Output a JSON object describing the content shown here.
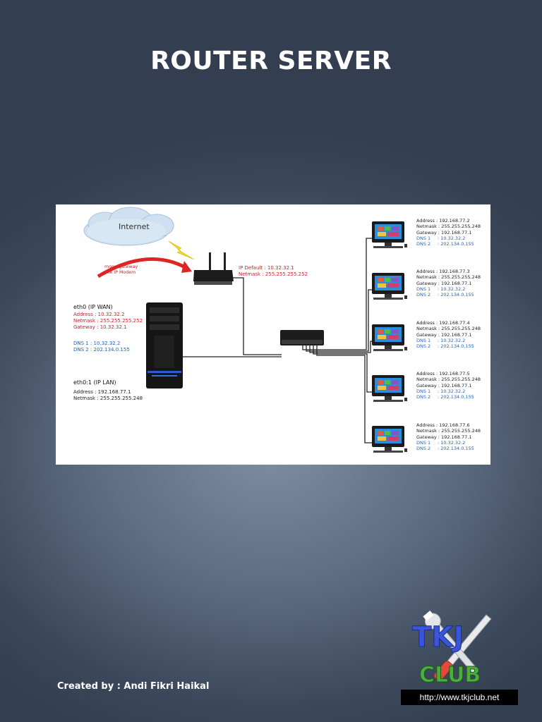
{
  "page": {
    "title": "ROUTER SERVER",
    "credit": "Created by : Andi Fikri Haikal"
  },
  "diagram": {
    "cloud_label": "Internet",
    "arrow_label_1": "mong-gateway",
    "arrow_label_2": "ke IP Modem",
    "modem": {
      "ip_default": "IP Default : 10.32.32.1",
      "netmask": "Netmask   : 255.255.255.252"
    },
    "eth0": {
      "heading": "eth0    (IP WAN)",
      "address": "Address   : 10.32.32.2",
      "netmask": "Netmask : 255.255.255.252",
      "gateway": "Gateway  : 10.32.32.1",
      "dns1": "DNS 1     : 10.32.32.2",
      "dns2": "DNS 2     : 202.134.0.155"
    },
    "eth01": {
      "heading": "eth0:1    (IP LAN)",
      "address": "Address  : 192.168.77.1",
      "netmask": "Netmask : 255.255.255.248"
    },
    "clients": [
      {
        "address": "Address  : 192.168.77.2",
        "netmask": "Netmask : 255.255.255.248",
        "gateway": "Gateway : 192.168.77.1",
        "dns1_k": "DNS 1",
        "dns1_v": ": 10.32.32.2",
        "dns2_k": "DNS 2",
        "dns2_v": ": 202.134.0.155"
      },
      {
        "address": "Address  : 192.168.77.3",
        "netmask": "Netmask : 255.255.255.248",
        "gateway": "Gateway : 192.168.77.1",
        "dns1_k": "DNS 1",
        "dns1_v": ": 10.32.32.2",
        "dns2_k": "DNS 2",
        "dns2_v": ": 202.134.0.155"
      },
      {
        "address": "Address  : 192.168.77.4",
        "netmask": "Netmask : 255.255.255.248",
        "gateway": "Gateway : 192.168.77.1",
        "dns1_k": "DNS 1",
        "dns1_v": ": 10.32.32.2",
        "dns2_k": "DNS 2",
        "dns2_v": ": 202.134.0.155"
      },
      {
        "address": "Address  : 192.168.77.5",
        "netmask": "Netmask : 255.255.255.248",
        "gateway": "Gateway : 192.168.77.1",
        "dns1_k": "DNS 1",
        "dns1_v": ": 10.32.32.2",
        "dns2_k": "DNS 2",
        "dns2_v": ": 202.134.0.155"
      },
      {
        "address": "Address  : 192.168.77.6",
        "netmask": "Netmask : 255.255.255.248",
        "gateway": "Gateway : 192.168.77.1",
        "dns1_k": "DNS 1",
        "dns1_v": ": 10.32.32.2",
        "dns2_k": "DNS 2",
        "dns2_v": ": 202.134.0.155"
      }
    ]
  },
  "logo": {
    "letters_top": "TKJ",
    "club": "CLUB",
    "url": "http://www.tkjclub.net"
  }
}
